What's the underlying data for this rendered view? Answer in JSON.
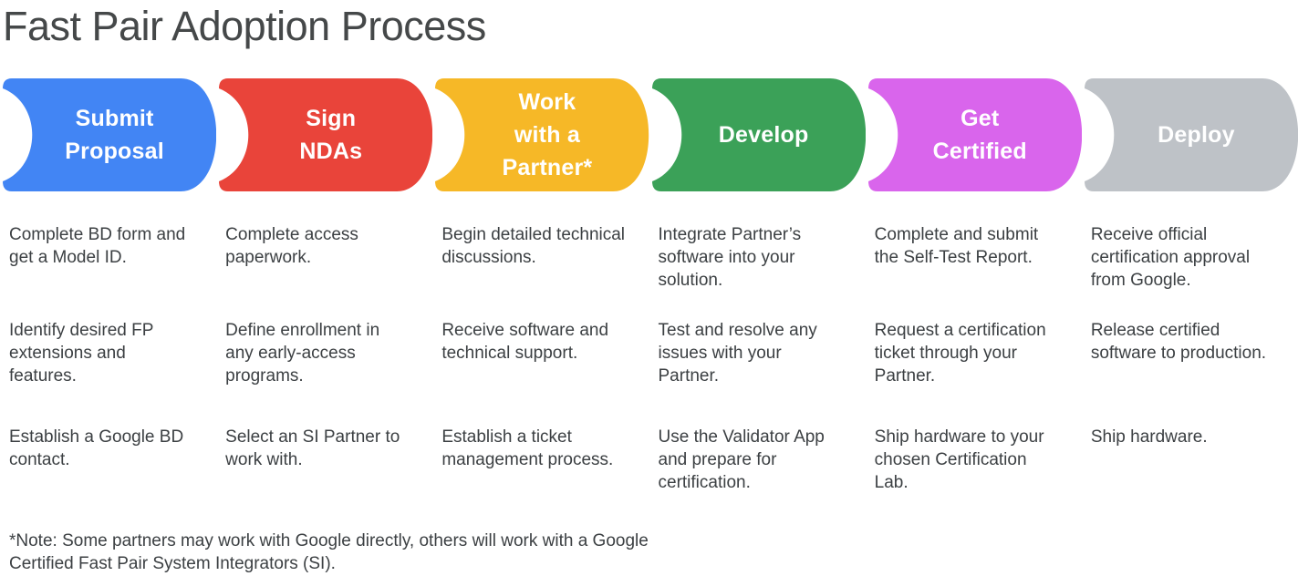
{
  "title": "Fast Pair Adoption Process",
  "colors": {
    "blue": "#4285F4",
    "red": "#E9443A",
    "yellow": "#F6B827",
    "green": "#3BA158",
    "magenta": "#D965EC",
    "gray": "#BEC2C7",
    "banner_text": "#FFFFFF",
    "body_text": "#3C4043"
  },
  "stages": [
    {
      "label": "Submit\nProposal",
      "color": "#4285F4",
      "steps": [
        "Complete BD form and get a Model ID.",
        "Identify desired FP extensions and features.",
        "Establish a Google BD contact."
      ]
    },
    {
      "label": "Sign\nNDAs",
      "color": "#E9443A",
      "steps": [
        "Complete access paperwork.",
        "Define enrollment in any early-access programs.",
        "Select an SI Partner to work with."
      ]
    },
    {
      "label": "Work\nwith a\nPartner*",
      "color": "#F6B827",
      "steps": [
        "Begin detailed technical discussions.",
        "Receive software and technical support.",
        "Establish a ticket management process."
      ]
    },
    {
      "label": "Develop",
      "color": "#3BA158",
      "steps": [
        "Integrate Partner’s software into your solution.",
        "Test and resolve any issues with your Partner.",
        "Use the Validator App and prepare for certification."
      ]
    },
    {
      "label": "Get\nCertified",
      "color": "#D965EC",
      "steps": [
        "Complete and submit the Self-Test Report.",
        "Request a certification ticket through your Partner.",
        "Ship hardware to your chosen Certification Lab."
      ]
    },
    {
      "label": "Deploy",
      "color": "#BEC2C7",
      "steps": [
        "Receive official certification approval from Google.",
        "Release certified software to production.",
        "Ship hardware."
      ]
    }
  ],
  "footnote": "*Note: Some partners may work with Google directly, others will work with a Google Certified Fast Pair System Integrators (SI)."
}
